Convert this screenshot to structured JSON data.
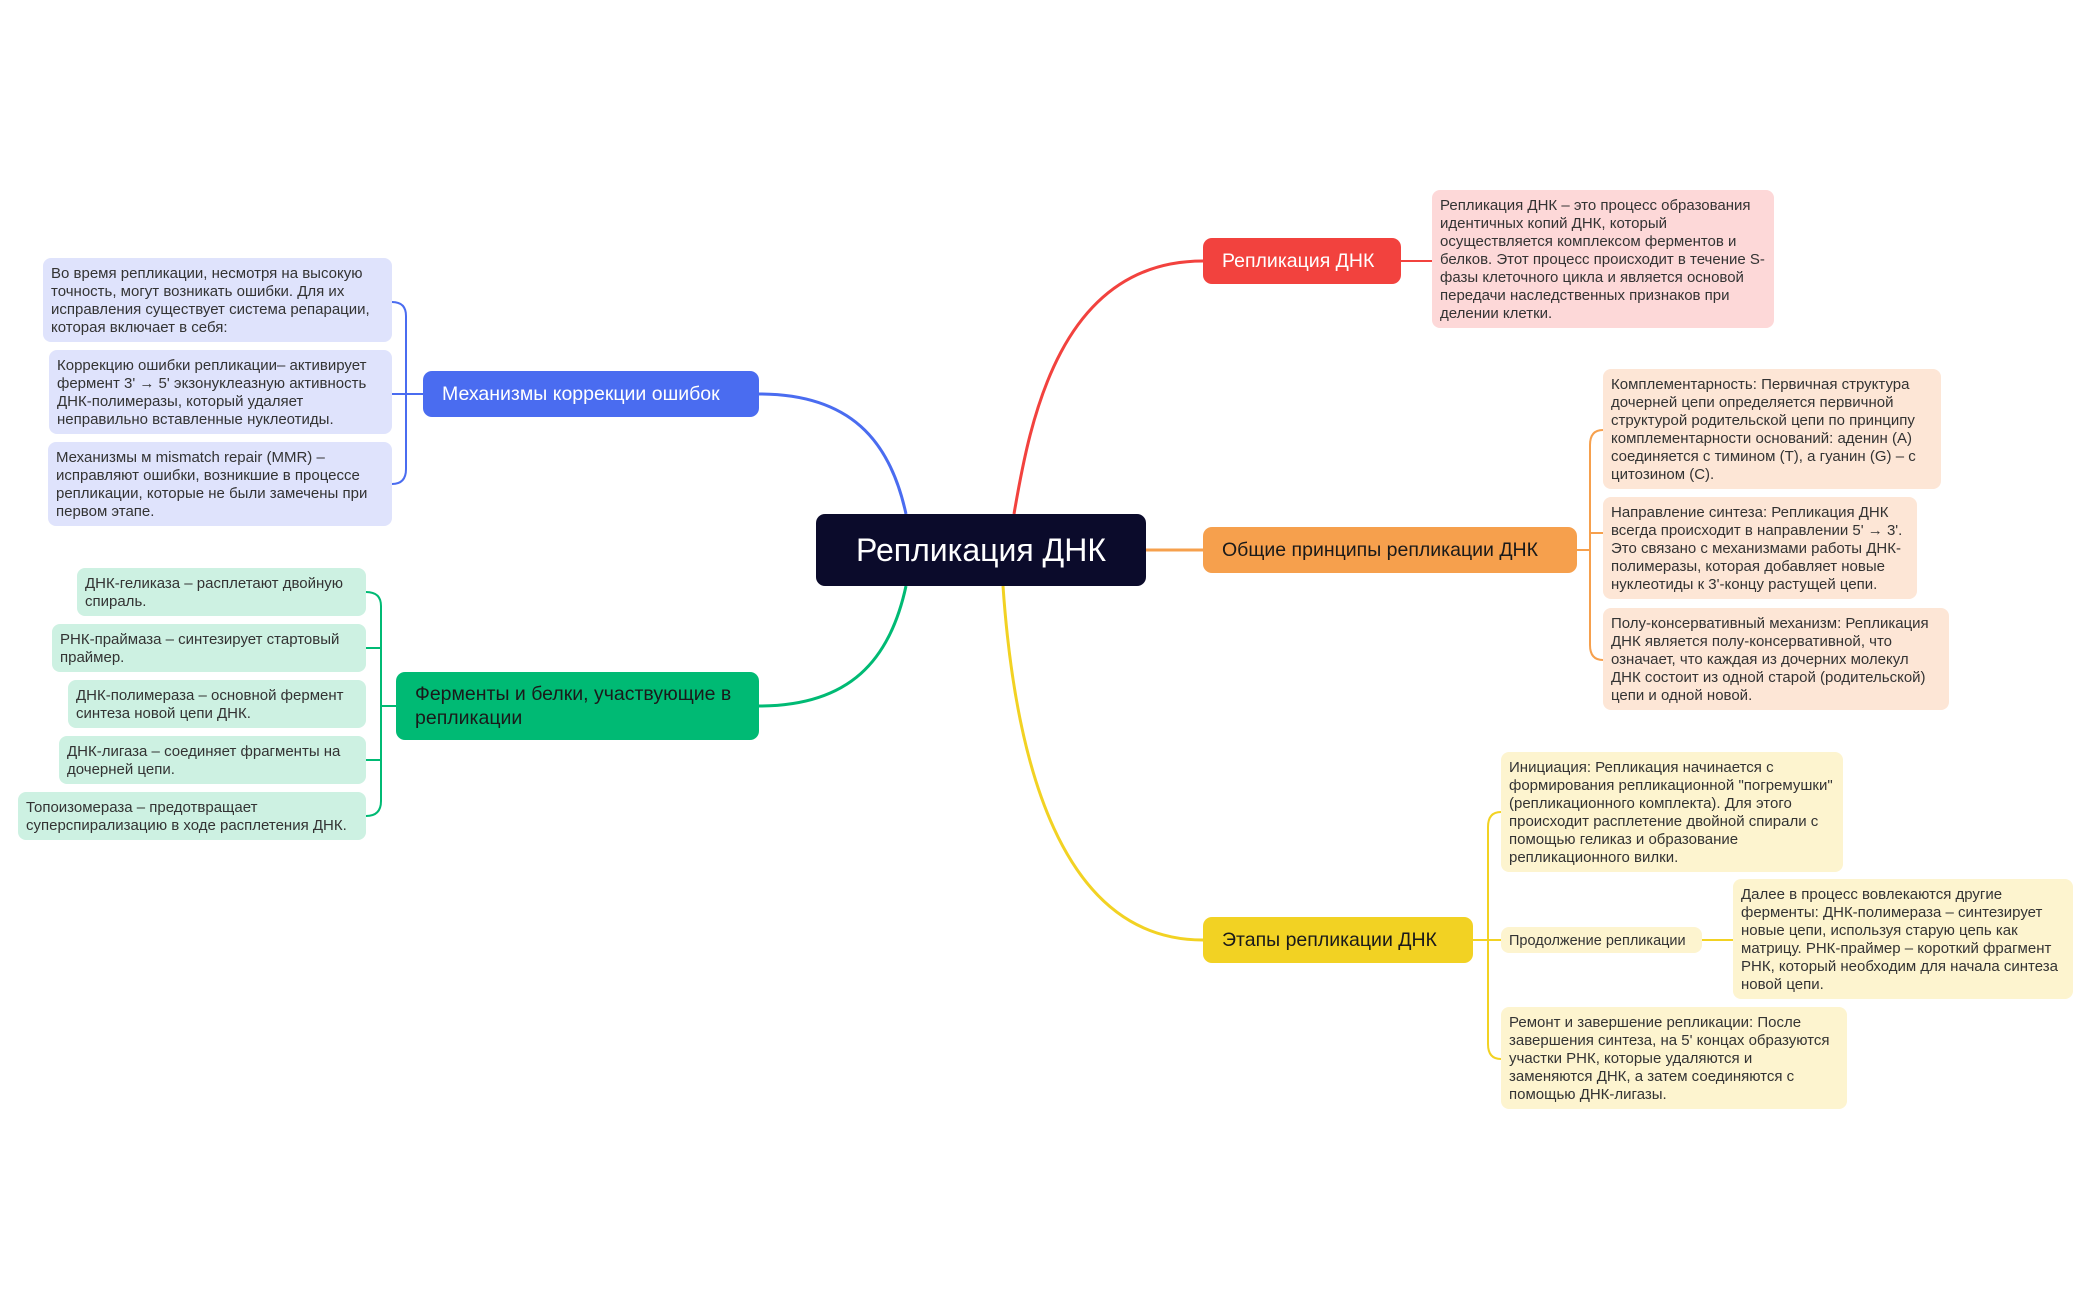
{
  "central": {
    "label": "Репликация ДНК"
  },
  "branches": {
    "definition": {
      "label": "Репликация ДНК",
      "leaf": "Репликация ДНК – это процесс образования идентичных копий ДНК, который осуществляется комплексом ферментов и белков. Этот процесс происходит в течение S-фазы клеточного цикла и является основой передачи наследственных признаков при делении клетки."
    },
    "principles": {
      "label": "Общие принципы репликации ДНК",
      "leaves": [
        "Комплементарность: Первичная структура дочерней цепи определяется первичной структурой родительской цепи по принципу комплементарности оснований: аденин (А) соединяется с тимином (Т), а гуанин (G) – с цитозином (С).",
        "Направление синтеза: Репликация ДНК всегда происходит в направлении 5' → 3'. Это связано с механизмами работы ДНК-полимеразы, которая добавляет новые нуклеотиды к 3'-концу растущей цепи.",
        "Полу-консервативный механизм: Репликация ДНК является полу-консервативной, что означает, что каждая из дочерних молекул ДНК состоит из одной старой (родительской) цепи и одной новой."
      ]
    },
    "stages": {
      "label": "Этапы репликации ДНК",
      "initiation": "Инициация: Репликация начинается с формирования репликационной \"погремушки\" (репликационного комплекта). Для этого происходит расплетение двойной спирали с помощью геликаз и образование репликационного вилки.",
      "continuation": {
        "label": "Продолжение репликации",
        "detail": "Далее в процесс вовлекаются другие ферменты: ДНК-полимераза – синтезирует новые цепи, используя старую цепь как матрицу. РНК-праймер – короткий фрагмент РНК, который необходим для начала синтеза новой цепи."
      },
      "completion": "Ремонт и завершение репликации: После завершения синтеза, на 5' концах образуются участки РНК, которые удаляются и заменяются ДНК, а затем соединяются с помощью ДНК-лигазы."
    },
    "correction": {
      "label": "Механизмы коррекции ошибок",
      "leaves": [
        "Во время репликации, несмотря на высокую точность, могут возникать ошибки. Для их исправления существует система репарации, которая включает в себя:",
        "Коррекцию ошибки репликации– активирует фермент 3' → 5' экзонуклеазную активность ДНК-полимеразы, который удаляет неправильно вставленные нуклеотиды.",
        "Механизмы м mismatch repair (MMR) – исправляют ошибки, возникшие в процессе репликации, которые не были замечены при первом этапе."
      ]
    },
    "enzymes": {
      "label": "Ферменты и белки, участвующие в репликации",
      "leaves": [
        "ДНК-геликаза – расплетают двойную спираль.",
        "РНК-праймаза – синтезирует стартовый праймер.",
        "ДНК-полимераза – основной фермент синтеза новой цепи ДНК.",
        "ДНК-лигаза – соединяет фрагменты на дочерней цепи.",
        "Топоизомераза – предотвращает суперспирализацию в ходе расплетения ДНК."
      ]
    }
  },
  "colors": {
    "red": "#f2423e",
    "orange": "#f6a04d",
    "yellow": "#f2d223",
    "blue": "#4a6cf0",
    "green": "#00ba74",
    "central": "#0b0b2b"
  }
}
